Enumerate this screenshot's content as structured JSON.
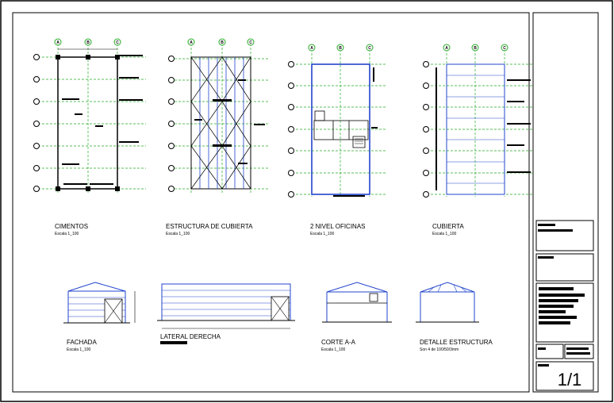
{
  "drawing": {
    "plans": [
      {
        "title": "CIMENTOS",
        "scale": "Escala 1_100"
      },
      {
        "title": "ESTRUCTURA DE CUBIERTA",
        "scale": "Escala 1_100"
      },
      {
        "title": "2 NIVEL OFICINAS",
        "scale": "Escala 1_100"
      },
      {
        "title": "CUBIERTA",
        "scale": "Escala 1_100"
      }
    ],
    "elevations": [
      {
        "title": "FACHADA",
        "scale": "Escala 1_100"
      },
      {
        "title": "LATERAL DERECHA",
        "scale": ""
      },
      {
        "title": "CORTE A-A",
        "scale": "Escala 1_100"
      },
      {
        "title": "DETALLE ESTRUCTURA",
        "scale": "Son 4 de 100/50/3mm"
      }
    ],
    "axis_labels_top": [
      "A",
      "B",
      "C"
    ],
    "sheet_number": "1/1"
  }
}
